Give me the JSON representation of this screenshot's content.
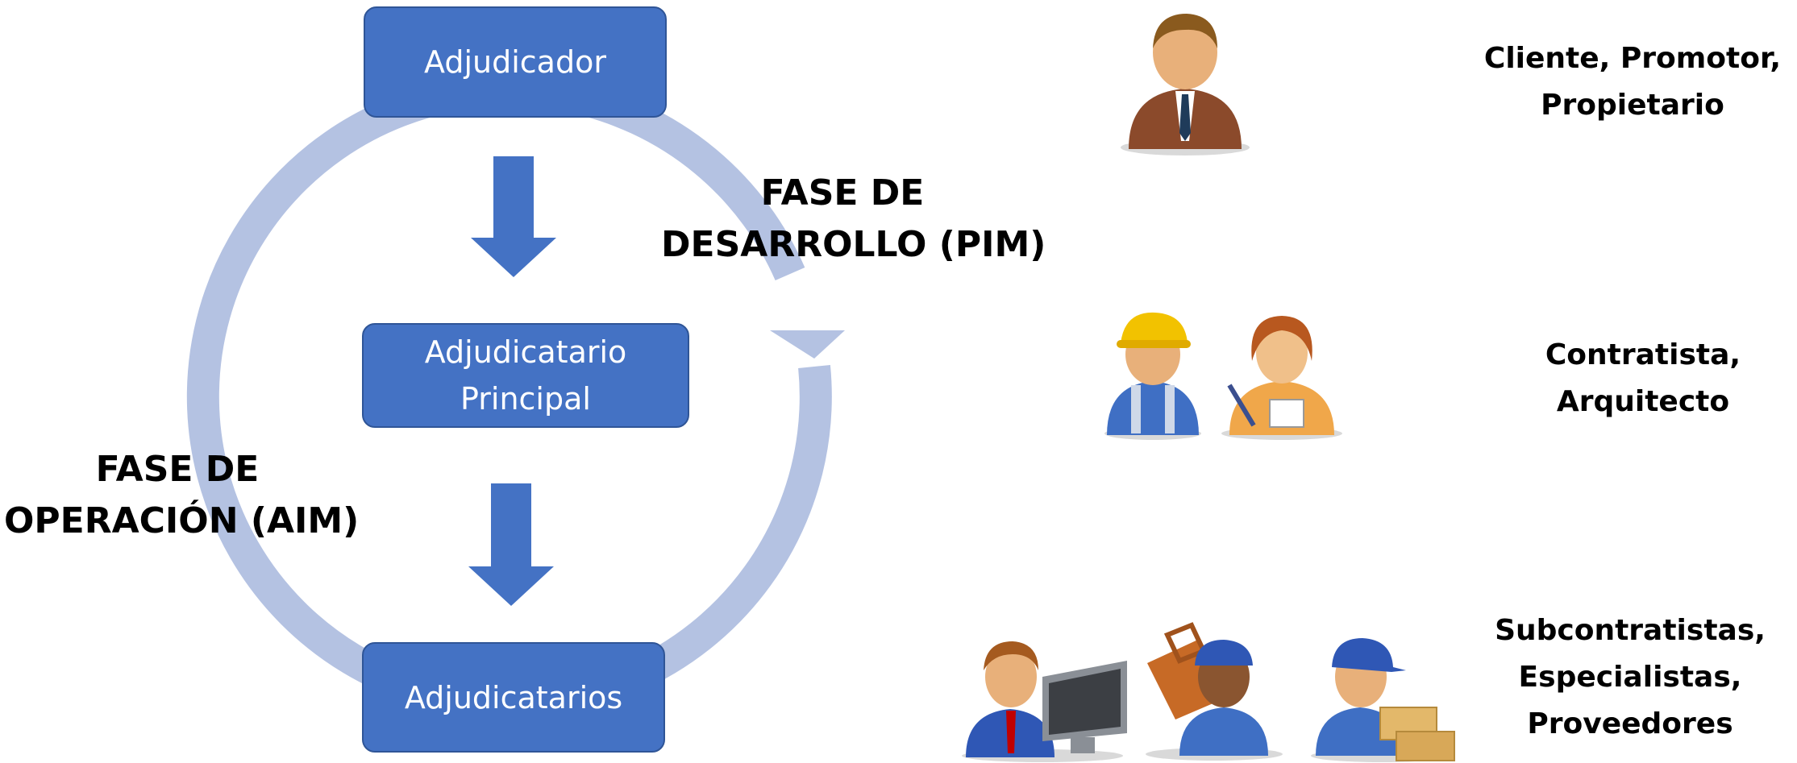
{
  "boxes": {
    "adjudicador": "Adjudicador",
    "principal_line1": "Adjudicatario",
    "principal_line2": "Principal",
    "adjudicatarios": "Adjudicatarios"
  },
  "phases": {
    "desarrollo_line1": "FASE DE",
    "desarrollo_line2": "DESARROLLO (PIM)",
    "operacion_line1": "FASE DE",
    "operacion_line2": "OPERACIÓN (AIM)"
  },
  "roles": {
    "cliente_line1": "Cliente, Promotor,",
    "cliente_line2": "Propietario",
    "contratista_line1": "Contratista,",
    "contratista_line2": "Arquitecto",
    "sub_line1": "Subcontratistas,",
    "sub_line2": "Especialistas,",
    "sub_line3": "Proveedores"
  },
  "colors": {
    "box_fill": "#4472c4",
    "cycle_ring": "#b4c2e2",
    "arrow": "#4472c4"
  },
  "icons": [
    "businessman-icon",
    "construction-worker-icon",
    "architect-icon",
    "computer-user-icon",
    "toolbox-worker-icon",
    "delivery-worker-icon"
  ]
}
